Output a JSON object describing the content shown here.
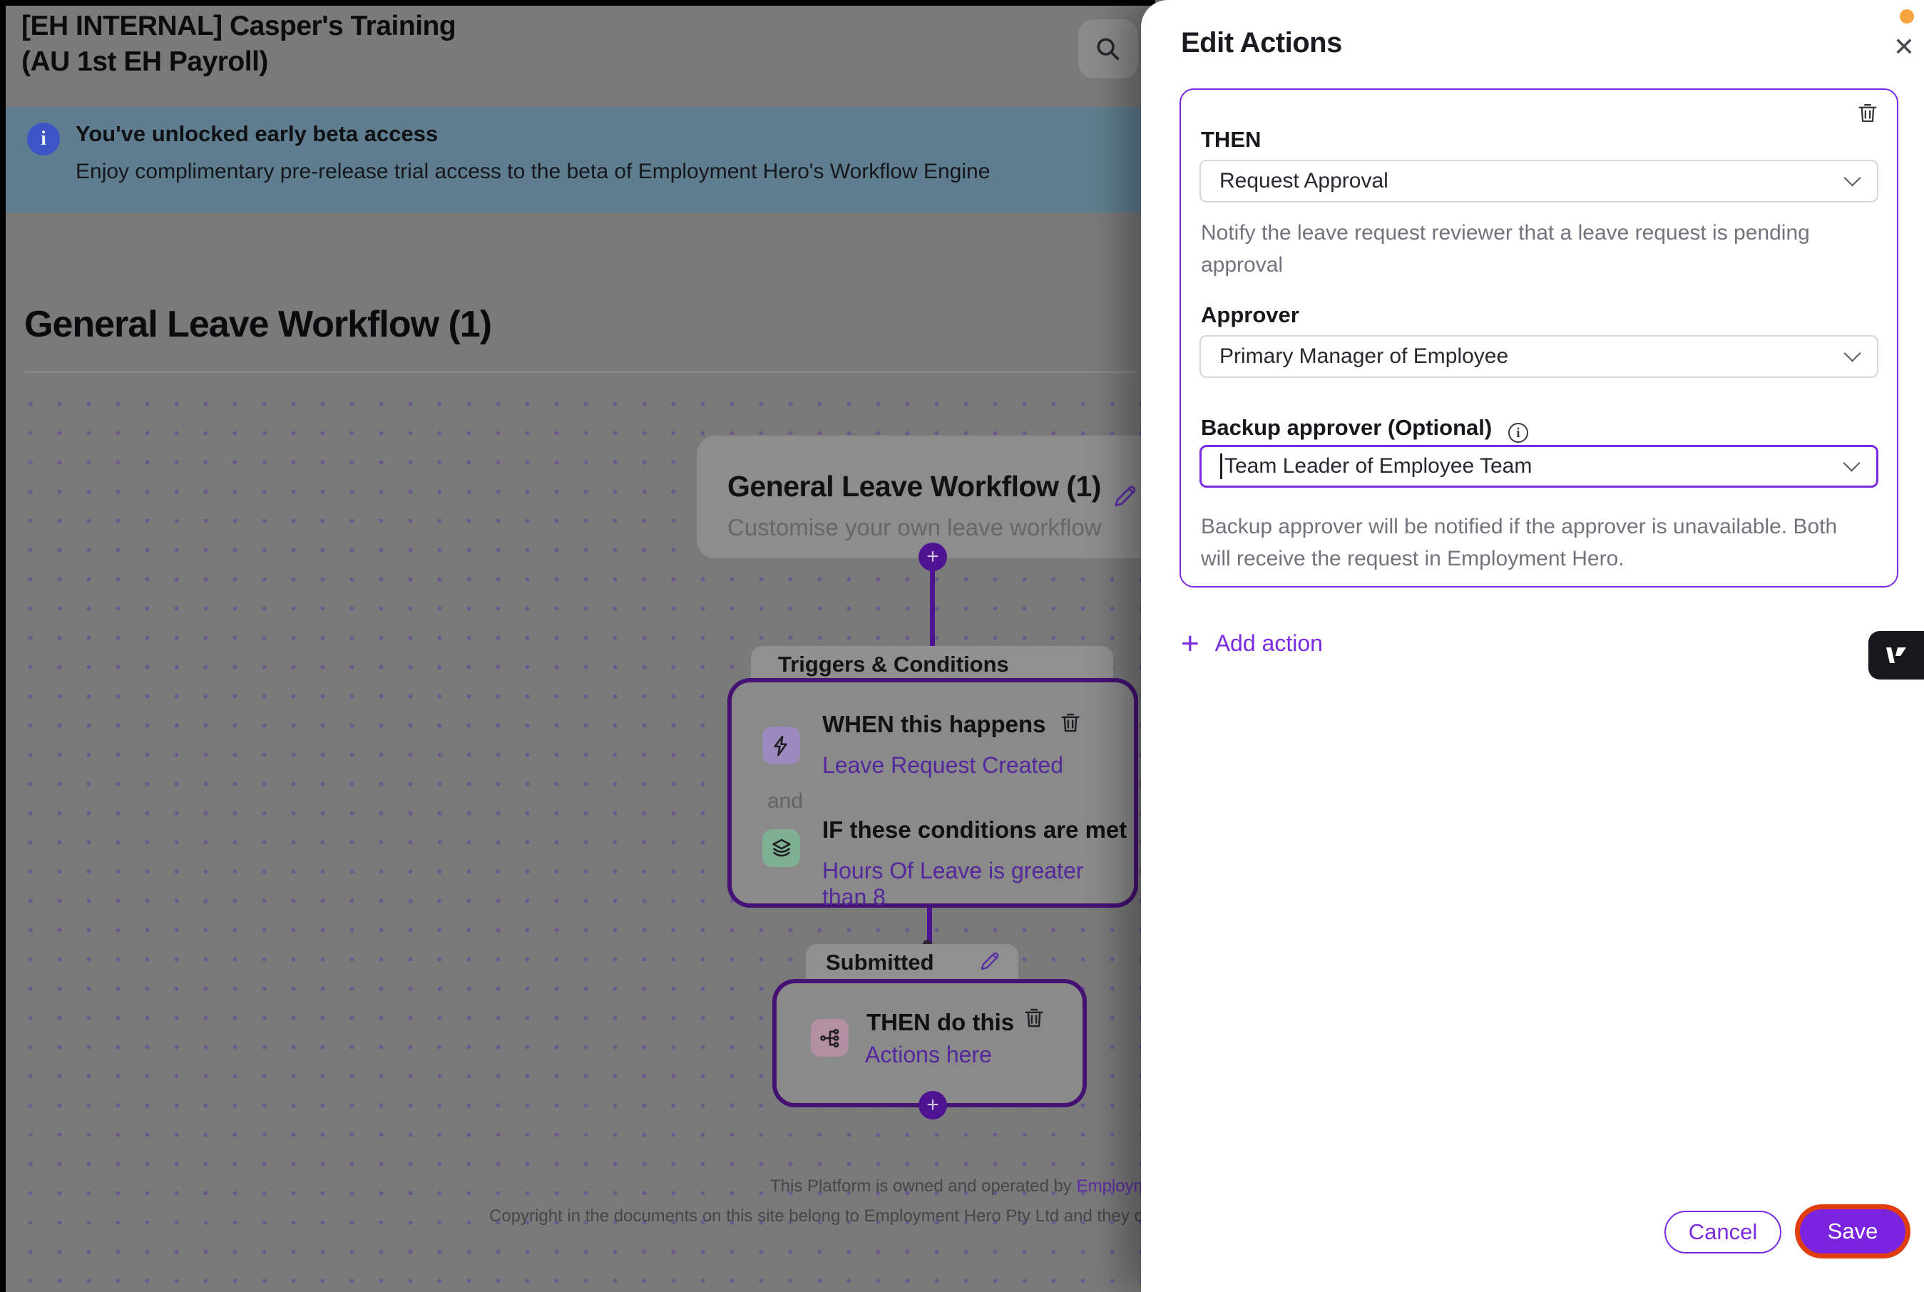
{
  "page": {
    "title_line1": "[EH INTERNAL] Casper's Training",
    "title_line2": "(AU 1st EH Payroll)"
  },
  "banner": {
    "info_glyph": "i",
    "title": "You've unlocked early beta access",
    "description": "Enjoy complimentary pre-release trial access to the beta of Employment Hero's Workflow Engine"
  },
  "workflow": {
    "heading": "General Leave Workflow (1)",
    "root_card": {
      "title": "General Leave Workflow (1)",
      "subtitle": "Customise your own leave workflow"
    },
    "triggers_node": {
      "tab_label": "Triggers & Conditions",
      "when_title": "WHEN this happens",
      "when_value": "Leave Request Created",
      "connector_word": "and",
      "if_title": "IF these conditions are met",
      "if_value": "Hours Of Leave is greater than 8"
    },
    "submitted_node": {
      "tab_label": "Submitted",
      "then_title": "THEN do this",
      "then_value": "Actions here"
    },
    "plus_glyph": "+"
  },
  "footer": {
    "line1_prefix": "This Platform is owned and operated by ",
    "line1_link": "Employment",
    "line2": "Copyright in the documents on this site belong to Employment Hero Pty Ltd and they cannot b"
  },
  "modal": {
    "title": "Edit Actions",
    "close_glyph": "✕",
    "action_card": {
      "then_label": "THEN",
      "then_value": "Request Approval",
      "then_help": "Notify the leave request reviewer that a leave request is pending approval",
      "approver_label": "Approver",
      "approver_value": "Primary Manager of Employee",
      "backup_label": "Backup approver (Optional)",
      "backup_info_glyph": "i",
      "backup_value": "Team Leader of Employee Team",
      "backup_help": "Backup approver will be notified if the approver is unavailable. Both will receive the request in Employment Hero."
    },
    "add_action_label": "Add action",
    "add_action_glyph": "+",
    "cancel_label": "Cancel",
    "save_label": "Save"
  },
  "colors": {
    "accent_purple": "#7a2be2",
    "dimmed_purple": "#4e1391",
    "save_highlight_ring": "#e23d10",
    "banner_blue": "#5e7d8e",
    "notification_orange": "#f7a33e"
  }
}
